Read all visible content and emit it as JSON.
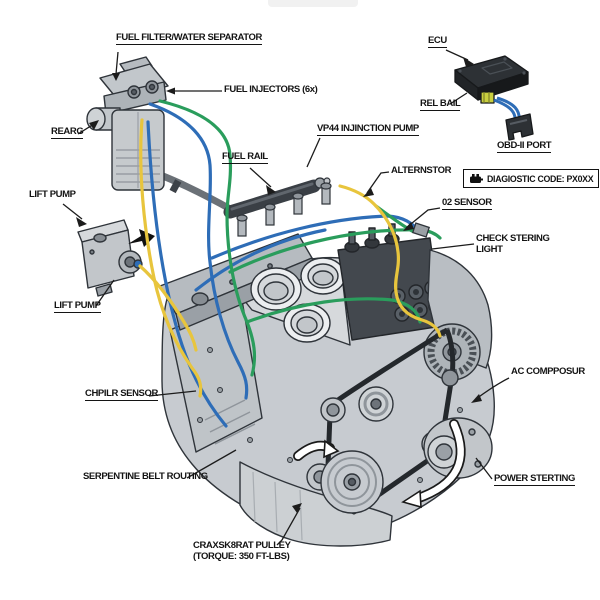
{
  "labels": {
    "fuel_filter": "FUEL FILTER/WATER SEPARATOR",
    "fuel_injectors": "FUEL INJECTORS (6x)",
    "rearg": "REARG",
    "lift_pump_top": "LIFT PUMP",
    "lift_pump_bottom": "LIFT PUMP",
    "ecu": "ECU",
    "rel_bail": "REL BAIL",
    "obd_port": "OBD-II PORT",
    "diagnostic_code": "DIAGIOSTIC CODE: PX0XX",
    "vp44_pump": "VP44 INJINCTION PUMP",
    "fuel_rail": "FUEL RAIL",
    "alternator": "ALTERNSTOR",
    "o2_sensor": "02 SENSOR",
    "check_light_line1": "CHECK STERING",
    "check_light_line2": "LIGHT",
    "ac_compressor": "AC COMPPOSUR",
    "power_steering": "POWER STERTING",
    "crank_sensor": "CHPILR SENSOR",
    "serpentine_belt": "SERPENTINE BELT ROUTING",
    "crank_pulley_line1": "CRAXSK8RAT PULLEY",
    "crank_pulley_line2": "(TORQUE: 350 FT-LBS)"
  },
  "icons": {
    "diagnostic": "obd-plug-icon"
  },
  "colors": {
    "label_text": "#141414",
    "leader_line": "#1c1c1c",
    "wire_blue": "#2e6db7",
    "wire_yellow": "#e8c53d",
    "wire_green": "#2a9d5c",
    "engine_body": "#c7cbd0",
    "engine_shadow": "#9aa0a6",
    "dark_parts": "#3c4147",
    "ecu_body": "#2d3135",
    "connector_yellow_green": "#c9cf3f"
  }
}
